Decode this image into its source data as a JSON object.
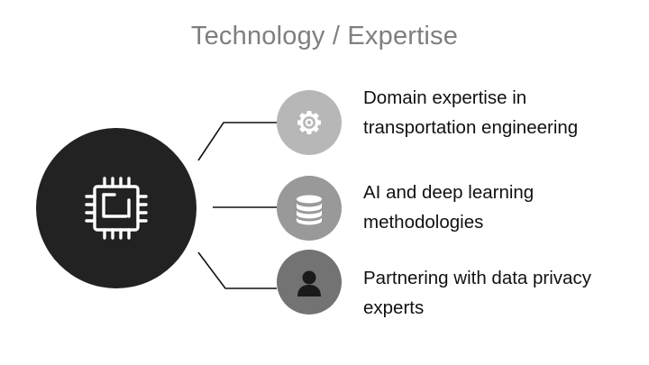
{
  "title": "Technology / Expertise",
  "hub": {
    "icon": "cpu-chip-icon",
    "color": "#222222"
  },
  "items": [
    {
      "icon": "gear-icon",
      "color": "#b7b7b7",
      "lines": [
        "Domain expertise in",
        "transportation engineering"
      ]
    },
    {
      "icon": "database-icon",
      "color": "#999999",
      "lines": [
        "AI and deep learning",
        "methodologies"
      ]
    },
    {
      "icon": "user-icon",
      "color": "#737373",
      "lines": [
        "Partnering with data privacy",
        "experts"
      ]
    }
  ]
}
